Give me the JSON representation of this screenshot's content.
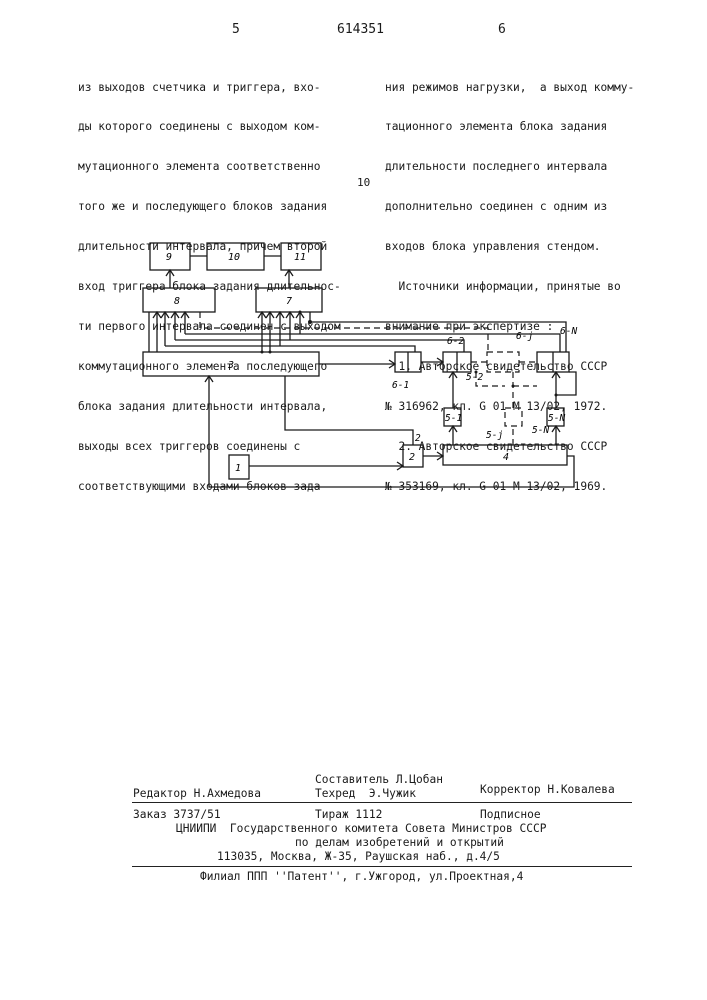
{
  "header": {
    "page_left": "5",
    "patent_number": "614351",
    "page_right": "6"
  },
  "left_column": [
    "из выходов счетчика и триггера, вхо-",
    "ды которого соединены с выходом ком-",
    "мутационного элемента соответственно",
    "того же и последующего блоков задания",
    "длительности интервала, причем второй",
    "вход триггера блока задания длительнос-",
    "ти первого интервала соединен с выходом",
    "коммутационного элемента последующего",
    "блока задания длительности интервала,",
    "выходы всех триггеров соединены с",
    "соответствующими входами блоков зада-"
  ],
  "line_marker": "10",
  "right_column": [
    "ния режимов нагрузки,  а выход комму-",
    "тационного элемента блока задания",
    "длительности последнего интервала",
    "дополнительно соединен с одним из",
    "входов блока управления стендом.",
    "  Источники информации, принятые во",
    "внимание при экспертизе :",
    "  1. Авторское свидетельство СССР",
    "№ 316962, кл. G 01 M 13/02, 1972.",
    "  2. Авторское свидетельство СССР",
    "№ 353169, кл. G 01 M 13/02, 1969."
  ],
  "diagram": {
    "blocks": [
      "9",
      "10",
      "11",
      "8",
      "7",
      "3",
      "1",
      "2",
      "4",
      "5-1",
      "5-j",
      "5-N"
    ],
    "block_labels": [
      "6-1",
      "6-2",
      "5-2",
      "6-j",
      "6-N",
      "5-1",
      "5-j",
      "5-N",
      "2"
    ]
  },
  "footer": {
    "composer": "Составитель Л.Цобан",
    "editor": "Редактор Н.Ахмедова",
    "techred": "Техред  Э.Чужик",
    "corrector": "Корректор Н.Ковалева",
    "order": "Заказ 3737/51",
    "circulation": "Тираж 1112",
    "subscription": "Подписное",
    "org_line1": "ЦНИИПИ  Государственного комитета Совета Министров СССР",
    "org_line2": "по делам изобретений и открытий",
    "address": "113035, Москва, Ж-35, Раушская наб., д.4/5",
    "branch": "Филиал ППП ''Патент'', г.Ужгород, ул.Проектная,4"
  }
}
